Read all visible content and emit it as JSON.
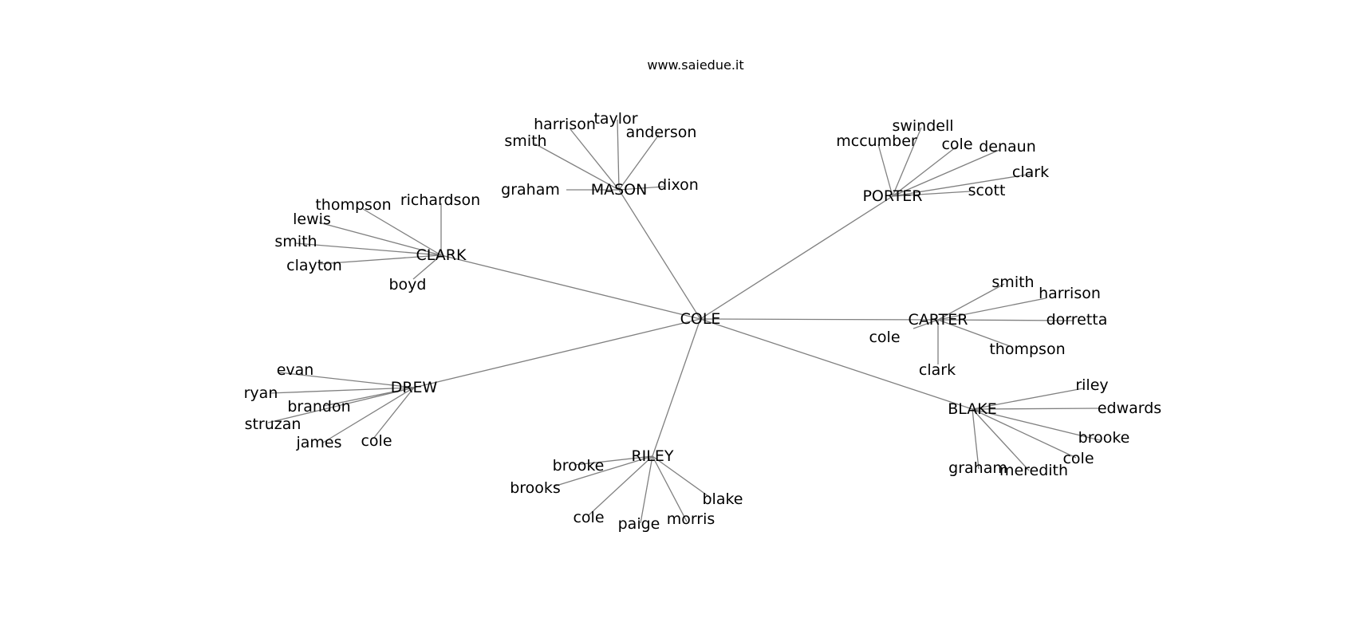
{
  "title": "www.saiedue.it",
  "edge_color": "#808080",
  "root": "COLE",
  "groups": [
    {
      "name": "MASON",
      "children": [
        "smith",
        "harrison",
        "taylor",
        "anderson",
        "graham",
        "dixon"
      ]
    },
    {
      "name": "PORTER",
      "children": [
        "mccumber",
        "swindell",
        "cole",
        "denaun",
        "clark",
        "scott"
      ]
    },
    {
      "name": "CLARK",
      "children": [
        "thompson",
        "richardson",
        "lewis",
        "smith",
        "clayton",
        "boyd"
      ]
    },
    {
      "name": "CARTER",
      "children": [
        "smith",
        "harrison",
        "dorretta",
        "cole",
        "thompson",
        "clark"
      ]
    },
    {
      "name": "DREW",
      "children": [
        "evan",
        "ryan",
        "brandon",
        "struzan",
        "james",
        "cole"
      ]
    },
    {
      "name": "BLAKE",
      "children": [
        "riley",
        "edwards",
        "brooke",
        "cole",
        "graham",
        "meredith"
      ]
    },
    {
      "name": "RILEY",
      "children": [
        "brooke",
        "brooks",
        "cole",
        "paige",
        "morris",
        "blake"
      ]
    }
  ]
}
